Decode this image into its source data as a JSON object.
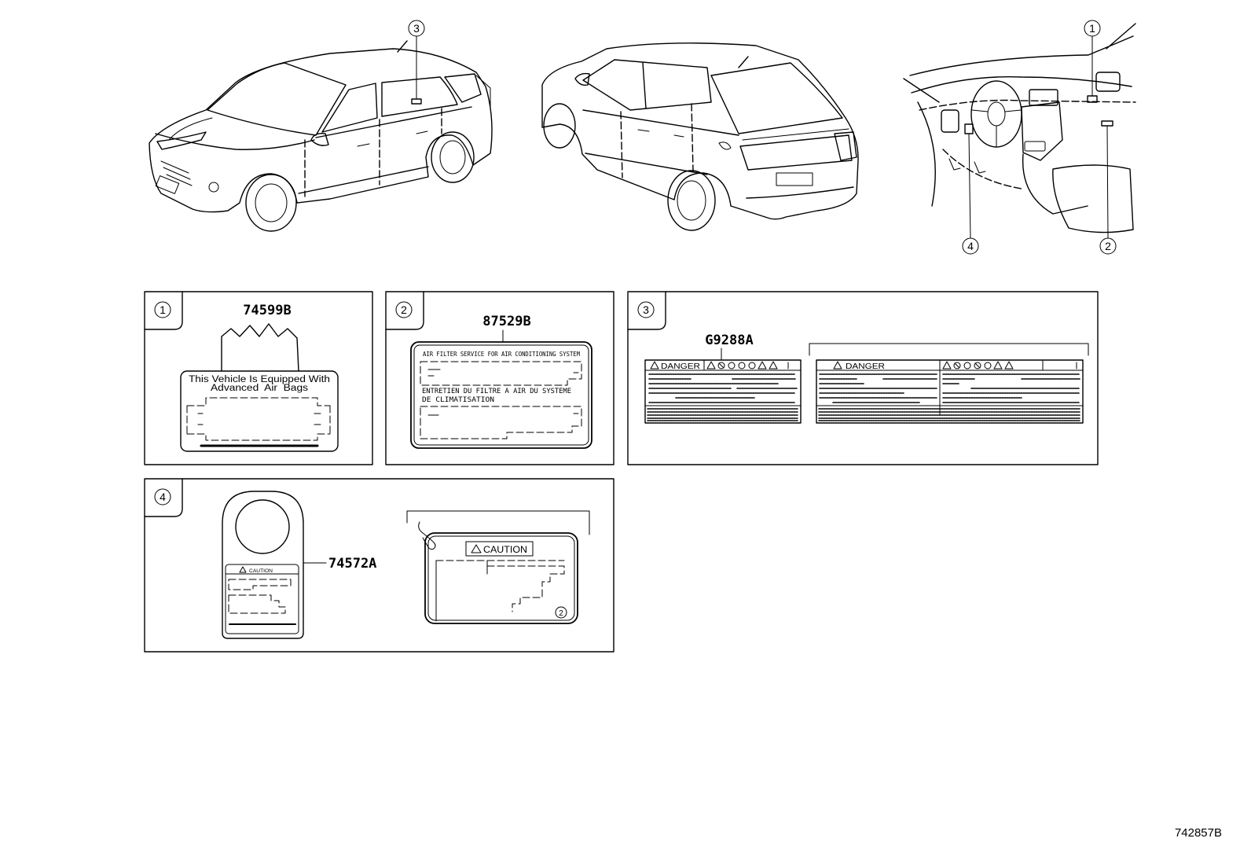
{
  "overview": {
    "car_side_callout": "3",
    "interior_callouts": {
      "top": "1",
      "bottom_left": "4",
      "bottom_right": "2"
    }
  },
  "panels": [
    {
      "number": "1",
      "part_number": "74599B",
      "label_text": [
        "This Vehicle Is Equipped With",
        "Advanced  Air  Bags"
      ]
    },
    {
      "number": "2",
      "part_number": "87529B",
      "label_text": [
        "AIR FILTER SERVICE FOR AIR CONDITIONING SYSTEM",
        "ENTRETIEN DU FILTRE A AIR DU SYSTEME",
        "DE CLIMATISATION"
      ]
    },
    {
      "number": "3",
      "part_number": "G9288A",
      "small_label_header": "DANGER",
      "large_label_header": "DANGER"
    },
    {
      "number": "4",
      "part_number": "74572A",
      "tag_header": "CAUTION",
      "label_header": "CAUTION",
      "corner_mark": "2"
    }
  ],
  "diagram_id": "742857B"
}
